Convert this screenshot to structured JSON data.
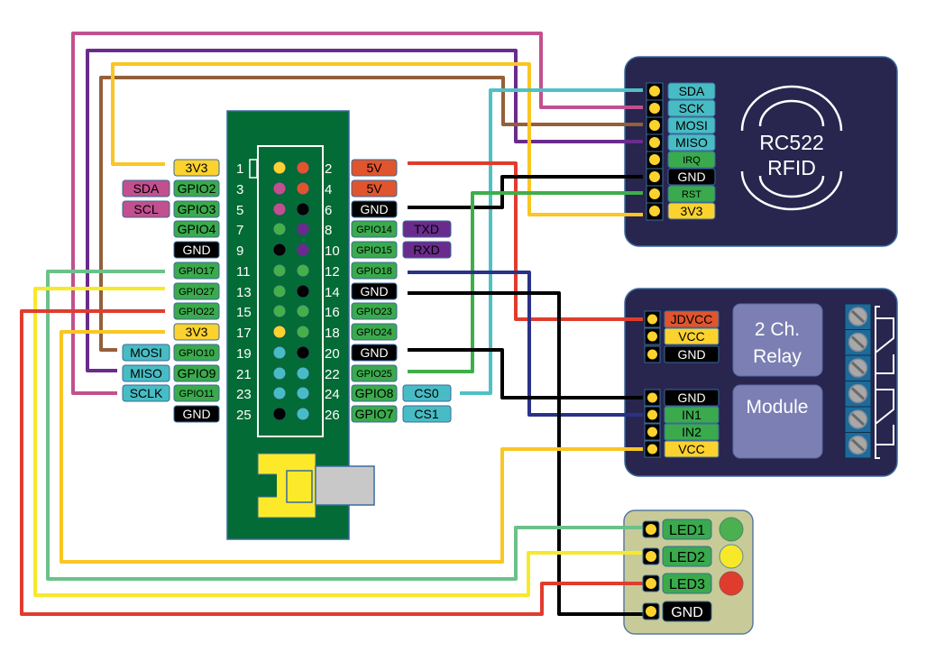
{
  "pi_header": {
    "left": [
      {
        "pin": "1",
        "label": "3V3"
      },
      {
        "pin": "3",
        "label": "GPIO2",
        "alt": "SDA"
      },
      {
        "pin": "5",
        "label": "GPIO3",
        "alt": "SCL"
      },
      {
        "pin": "7",
        "label": "GPIO4"
      },
      {
        "pin": "9",
        "label": "GND"
      },
      {
        "pin": "11",
        "label": "GPIO17"
      },
      {
        "pin": "13",
        "label": "GPIO27"
      },
      {
        "pin": "15",
        "label": "GPIO22"
      },
      {
        "pin": "17",
        "label": "3V3"
      },
      {
        "pin": "19",
        "label": "GPIO10",
        "alt": "MOSI"
      },
      {
        "pin": "21",
        "label": "GPIO9",
        "alt": "MISO"
      },
      {
        "pin": "23",
        "label": "GPIO11",
        "alt": "SCLK"
      },
      {
        "pin": "25",
        "label": "GND"
      }
    ],
    "right": [
      {
        "pin": "2",
        "label": "5V"
      },
      {
        "pin": "4",
        "label": "5V"
      },
      {
        "pin": "6",
        "label": "GND"
      },
      {
        "pin": "8",
        "label": "GPIO14",
        "alt": "TXD"
      },
      {
        "pin": "10",
        "label": "GPIO15",
        "alt": "RXD"
      },
      {
        "pin": "12",
        "label": "GPIO18"
      },
      {
        "pin": "14",
        "label": "GND"
      },
      {
        "pin": "16",
        "label": "GPIO23"
      },
      {
        "pin": "18",
        "label": "GPIO24"
      },
      {
        "pin": "20",
        "label": "GND"
      },
      {
        "pin": "22",
        "label": "GPIO25"
      },
      {
        "pin": "24",
        "label": "GPIO8",
        "alt": "CS0"
      },
      {
        "pin": "26",
        "label": "GPIO7",
        "alt": "CS1"
      }
    ]
  },
  "rfid": {
    "title_line1": "RC522",
    "title_line2": "RFID",
    "pins": [
      "SDA",
      "SCK",
      "MOSI",
      "MISO",
      "IRQ",
      "GND",
      "RST",
      "3V3"
    ]
  },
  "relay": {
    "title_line1": "2 Ch.",
    "title_line2": "Relay",
    "title_line3": "Module",
    "pins_power": [
      "JDVCC",
      "VCC",
      "GND"
    ],
    "pins_control": [
      "GND",
      "IN1",
      "IN2",
      "VCC"
    ],
    "terminal_count": 6
  },
  "led_board": {
    "pins": [
      "LED1",
      "LED2",
      "LED3",
      "GND"
    ],
    "led_colors": [
      "#4caf50",
      "#f7e92a",
      "#e03c2e"
    ]
  },
  "wires": [
    {
      "from": "Pi pin 23 SCLK",
      "to": "RC522 SCK",
      "color": "#c2508e"
    },
    {
      "from": "Pi pin 21 MISO",
      "to": "RC522 MISO",
      "color": "#6a2c8c"
    },
    {
      "from": "Pi pin 19 MOSI",
      "to": "RC522 MOSI",
      "color": "#93603a"
    },
    {
      "from": "Pi pin 1 3V3",
      "to": "RC522 3V3",
      "color": "#f9c623"
    },
    {
      "from": "Pi pin 24 CS0",
      "to": "RC522 SDA",
      "color": "#4fc0c4"
    },
    {
      "from": "Pi pin 2 5V",
      "to": "Relay JDVCC",
      "color": "#e03c2e"
    },
    {
      "from": "Pi pin 6 GND",
      "to": "RC522 GND",
      "color": "#000000"
    },
    {
      "from": "Pi pin 22 GPIO25",
      "to": "RC522 RST",
      "color": "#3fae49"
    },
    {
      "from": "Pi pin 12 GPIO18",
      "to": "Relay IN1",
      "color": "#2a3287"
    },
    {
      "from": "Pi pin 14 GND",
      "to": "LED GND",
      "color": "#000000"
    },
    {
      "from": "Pi pin 20 GND",
      "to": "Relay GND",
      "color": "#000000"
    },
    {
      "from": "Pi pin 17 3V3",
      "to": "Relay VCC",
      "color": "#f9c623"
    },
    {
      "from": "Pi pin 11 GPIO17",
      "to": "LED1",
      "color": "#6cc18a"
    },
    {
      "from": "Pi pin 13 GPIO27",
      "to": "LED2",
      "color": "#f7e92a"
    },
    {
      "from": "Pi pin 15 GPIO22",
      "to": "LED3",
      "color": "#e03c2e"
    }
  ]
}
